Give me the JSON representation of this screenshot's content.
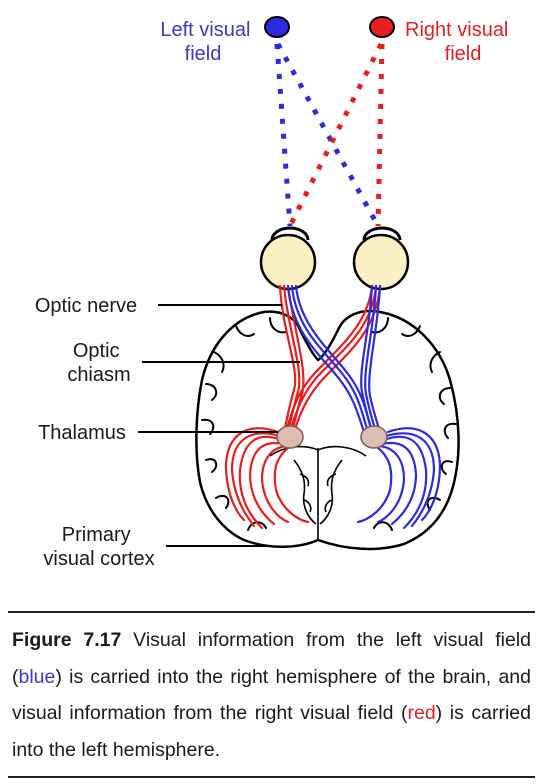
{
  "diagram": {
    "left_field_label": [
      "Left visual",
      "field"
    ],
    "right_field_label": [
      "Right visual",
      "field"
    ],
    "optic_nerve": "Optic nerve",
    "optic_chiasm": [
      "Optic",
      "chiasm"
    ],
    "thalamus": "Thalamus",
    "primary_cortex": [
      "Primary",
      "visual cortex"
    ],
    "colors": {
      "left_field": "#2b2be0",
      "right_field": "#e81e1e",
      "left_label": "#3a3ac8",
      "right_label": "#e02020",
      "eyeball": "#fbefc4",
      "thalamus": "#ddbdb1"
    }
  },
  "caption": {
    "figure_number": "Figure 7.17",
    "text_1": " Visual information from the left visual field (",
    "blue_word": "blue",
    "text_2": ") is carried into the right hemisphere of the brain, and visual information from the right visual field (",
    "red_word": "red",
    "text_3": ") is carried into the left hemisphere."
  }
}
